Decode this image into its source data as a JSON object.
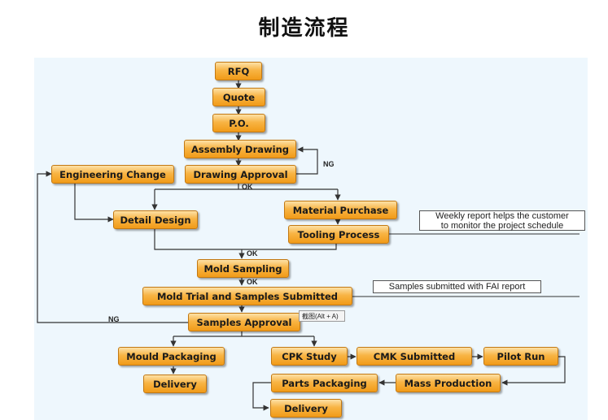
{
  "title": "制造流程",
  "nodes": {
    "rfq": "RFQ",
    "quote": "Quote",
    "po": "P.O.",
    "assembly_drawing": "Assembly Drawing",
    "drawing_approval": "Drawing Approval",
    "engineering_change": "Engineering Change",
    "detail_design": "Detail Design",
    "material_purchase": "Material Purchase",
    "tooling_process": "Tooling Process",
    "mold_sampling": "Mold Sampling",
    "mold_trial": "Mold Trial and Samples Submitted",
    "samples_approval": "Samples Approval",
    "mould_packaging": "Mould Packaging",
    "delivery_left": "Delivery",
    "cpk_study": "CPK Study",
    "cmk_submitted": "CMK Submitted",
    "pilot_run": "Pilot Run",
    "mass_production": "Mass Production",
    "parts_packaging": "Parts Packaging",
    "delivery_bottom": "Delivery"
  },
  "notes": {
    "weekly_report_line1": "Weekly report helps the customer",
    "weekly_report_line2": "to monitor the project schedule",
    "fai_report": "Samples submitted with FAI report"
  },
  "labels": {
    "ng_drawing": "NG",
    "ok_drawing": "OK",
    "ok_tooling": "OK",
    "ok_sampling": "OK",
    "ng_samples": "NG"
  },
  "tooltip": "截图(Alt + A)"
}
